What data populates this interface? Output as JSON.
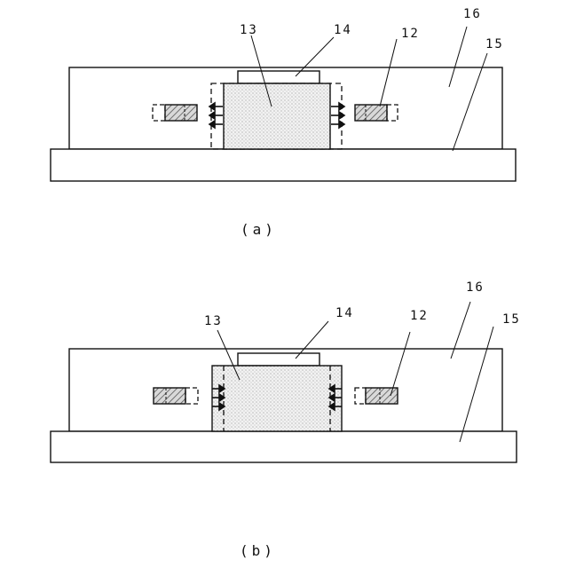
{
  "figure_a": {
    "caption": "(a)",
    "labels": {
      "l13": "13",
      "l14": "14",
      "l12": "12",
      "l16": "16",
      "l15": "15"
    }
  },
  "figure_b": {
    "caption": "(b)",
    "labels": {
      "l13": "13",
      "l14": "14",
      "l12": "12",
      "l16": "16",
      "l15": "15"
    }
  }
}
